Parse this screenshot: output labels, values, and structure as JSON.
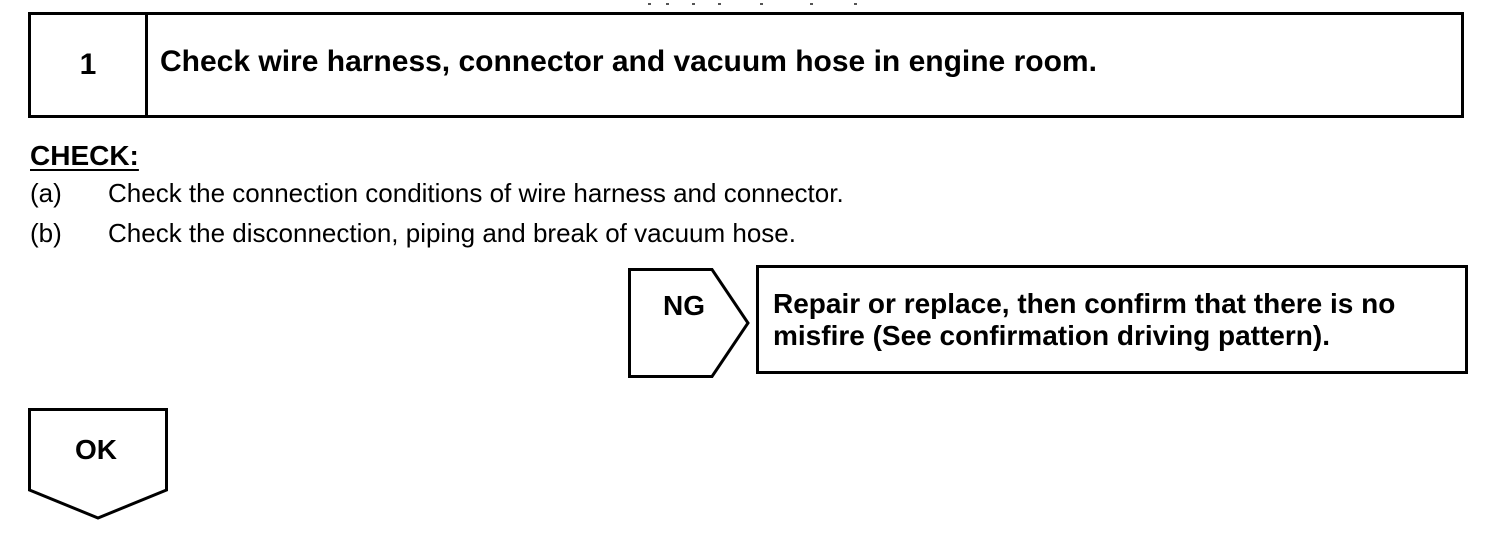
{
  "step": {
    "number": "1",
    "title": "Check wire harness, connector and vacuum hose in engine room."
  },
  "check": {
    "heading": "CHECK:",
    "items": [
      {
        "marker": "(a)",
        "text": "Check the connection conditions of wire harness and connector."
      },
      {
        "marker": "(b)",
        "text": "Check the disconnection, piping and break of vacuum hose."
      }
    ]
  },
  "ng": {
    "label": "NG",
    "action_line1": "Repair or replace, then confirm that there is no",
    "action_line2": "misfire (See confirmation driving pattern)."
  },
  "ok": {
    "label": "OK"
  }
}
